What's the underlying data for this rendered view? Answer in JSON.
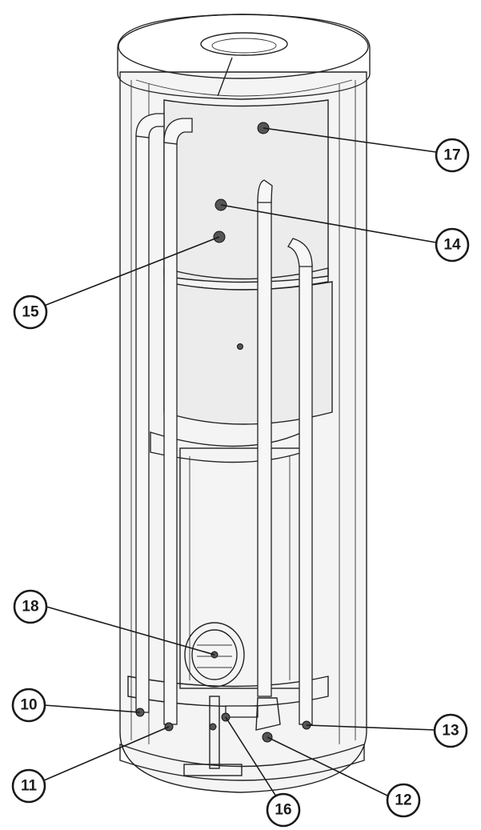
{
  "callouts": [
    {
      "id": "c10",
      "label": "10"
    },
    {
      "id": "c11",
      "label": "11"
    },
    {
      "id": "c12",
      "label": "12"
    },
    {
      "id": "c13",
      "label": "13"
    },
    {
      "id": "c14",
      "label": "14"
    },
    {
      "id": "c15",
      "label": "15"
    },
    {
      "id": "c16",
      "label": "16"
    },
    {
      "id": "c17",
      "label": "17"
    },
    {
      "id": "c18",
      "label": "18"
    }
  ]
}
